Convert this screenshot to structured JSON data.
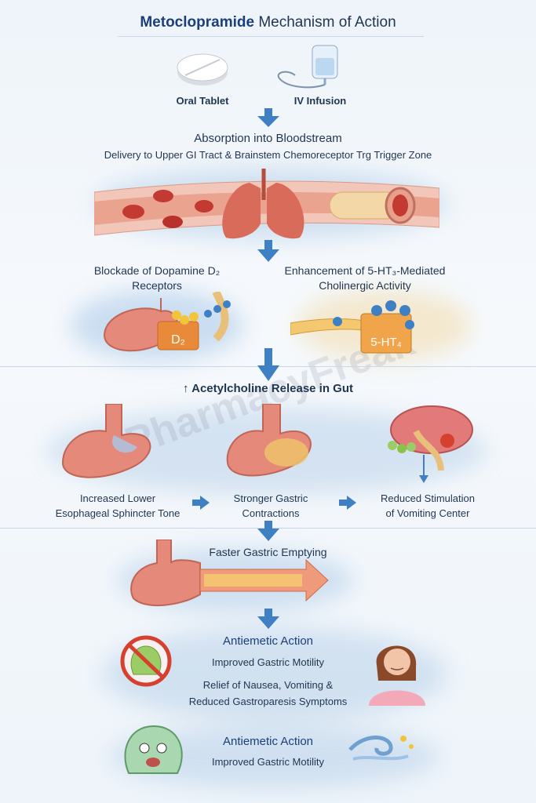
{
  "title": {
    "bold": "Metoclopramide",
    "rest": " Mechanism of Action"
  },
  "routes": {
    "oral": "Oral Tablet",
    "iv": "IV Infusion"
  },
  "absorption": {
    "line1": "Absorption into Bloodstream",
    "line2": "Delivery to Upper GI Tract & Brainstem Chemoreceptor Trg Trigger Zone"
  },
  "mechanisms": {
    "left_l1": "Blockade of Dopamine D₂",
    "left_l2": "Receptors",
    "left_tag": "D₂",
    "right_l1": "Enhancement of 5-HT₃-Mediated",
    "right_l2": "Cholinergic Activity",
    "right_tag": "5-HT₄"
  },
  "ach": {
    "label": "Acetylcholine Release in Gut",
    "symbol": "↑"
  },
  "effects": {
    "e1_l1": "Increased Lower",
    "e1_l2": "Esophageal Sphincter Tone",
    "e2_l1": "Stronger Gastric",
    "e2_l2": "Contractions",
    "e3_l1": "Reduced Stimulation",
    "e3_l2": "of Vomiting Center"
  },
  "emptying": "Faster Gastric Emptying",
  "outcome": {
    "heading": "Antiemetic Action",
    "motility": "Improved Gastric Motility",
    "relief_l1": "Relief of Nausea, Vomiting &",
    "relief_l2": "Reduced Gastroparesis Symptoms"
  },
  "footer": {
    "heading": "Antiemetic Action",
    "motility": "Improved Gastric Motility"
  },
  "watermark": "PharmacyFreak",
  "colors": {
    "accent": "#3f7fc4",
    "title": "#1b3f7a",
    "stomach": "#e08a7a",
    "blood": "#c23a32"
  }
}
